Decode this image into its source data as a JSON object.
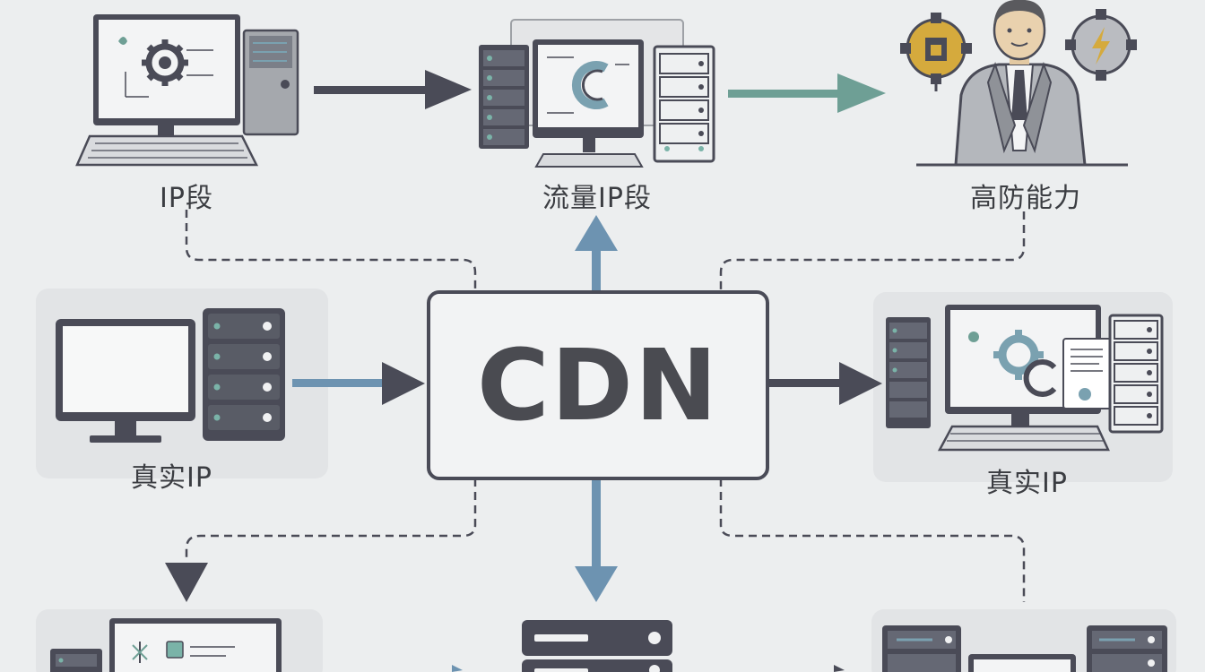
{
  "center": {
    "title": "CDN"
  },
  "labels": {
    "top_left": "IP段",
    "top_center": "流量IP段",
    "top_right": "高防能力",
    "mid_left": "真实IP",
    "mid_right": "真实IP"
  },
  "colors": {
    "background": "#eceeef",
    "line_dark": "#4a4b57",
    "arrow_teal": "#6e9f95",
    "arrow_blue": "#6d93b1",
    "panel": "#e2e4e6",
    "gold": "#d5aa3d",
    "screen_accent": "#7aa1b0"
  },
  "icons": [
    "computer-gear-icon",
    "server-monitor-icon",
    "businessman-gears-icon",
    "monitor-server-icon",
    "server-workstation-icon",
    "monitor-server-small-icon",
    "server-rack-icon",
    "workstation-servers-icon"
  ]
}
